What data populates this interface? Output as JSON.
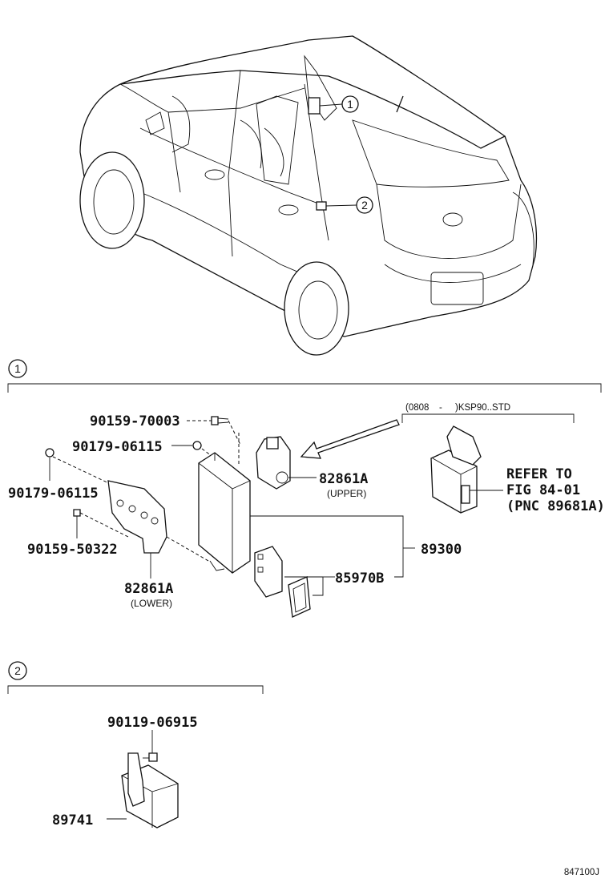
{
  "sections": [
    {
      "number": "1"
    },
    {
      "number": "2"
    }
  ],
  "callouts": {
    "car_1": "1",
    "car_2": "2"
  },
  "parts": {
    "p_90159_70003": "90159-70003",
    "p_90179_06115_a": "90179-06115",
    "p_90179_06115_b": "90179-06115",
    "p_90159_50322": "90159-50322",
    "p_82861A_lower": "82861A",
    "p_82861A_lower_sub": "(LOWER)",
    "p_82861A_upper": "82861A",
    "p_82861A_upper_sub": "(UPPER)",
    "p_89300": "89300",
    "p_85970B": "85970B",
    "p_90119_06915": "90119-06915",
    "p_89741": "89741"
  },
  "variant_box": {
    "range_start": "(0808",
    "range_sep": "-",
    "range_end": ")KSP90..STD",
    "refer_line1": "REFER TO",
    "refer_line2": "FIG 84-01",
    "refer_line3": "(PNC 89681A)"
  },
  "figure_code": "847100J"
}
